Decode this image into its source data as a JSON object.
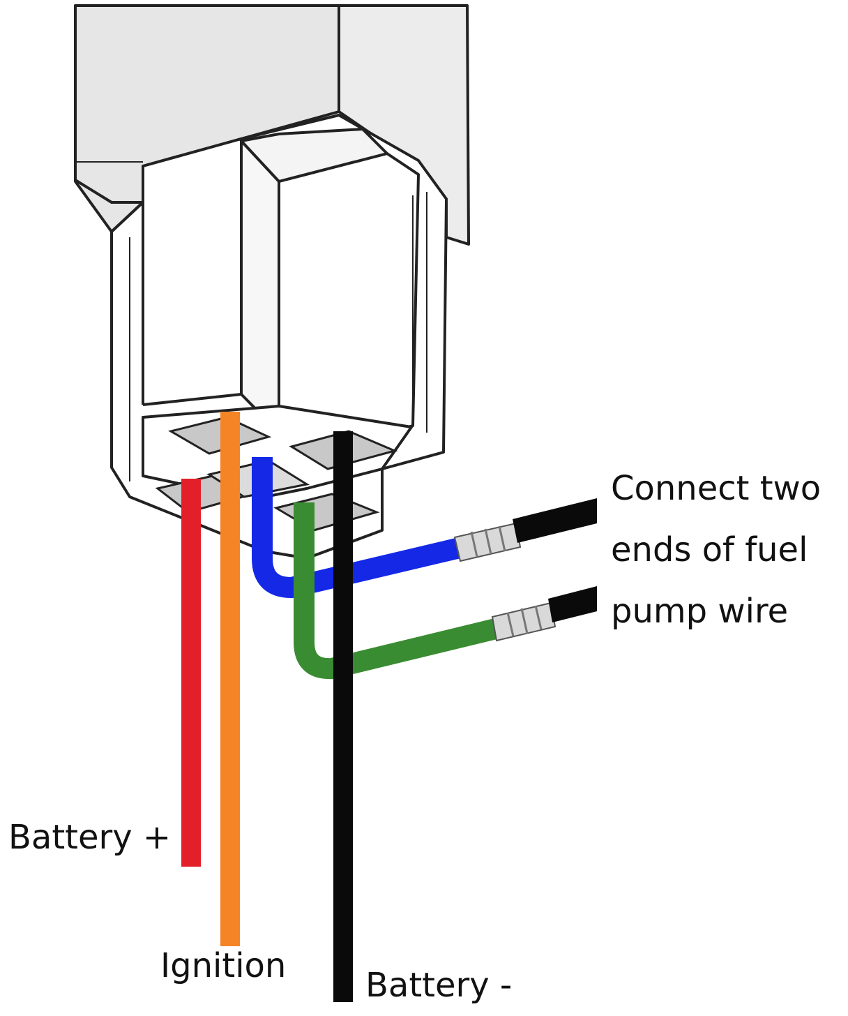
{
  "labels": {
    "pump_lines": [
      "Connect two",
      "ends of fuel",
      "pump wire"
    ],
    "battery_plus": "Battery +",
    "ignition": "Ignition",
    "battery_minus": "Battery -"
  },
  "wires": [
    {
      "id": "battery-plus",
      "color": "#e3202a"
    },
    {
      "id": "ignition",
      "color": "#f58426"
    },
    {
      "id": "battery-minus",
      "color": "#0a0a0a"
    },
    {
      "id": "pump-blue",
      "color": "#1428e6"
    },
    {
      "id": "pump-green",
      "color": "#3a8c32"
    }
  ],
  "colors": {
    "housing_fill": "#e8e8e8",
    "housing_stroke": "#222222",
    "connector_fill": "#ffffff",
    "socket_fill": "#c8c8c8",
    "sleeve_fill": "#d9d9d9"
  }
}
